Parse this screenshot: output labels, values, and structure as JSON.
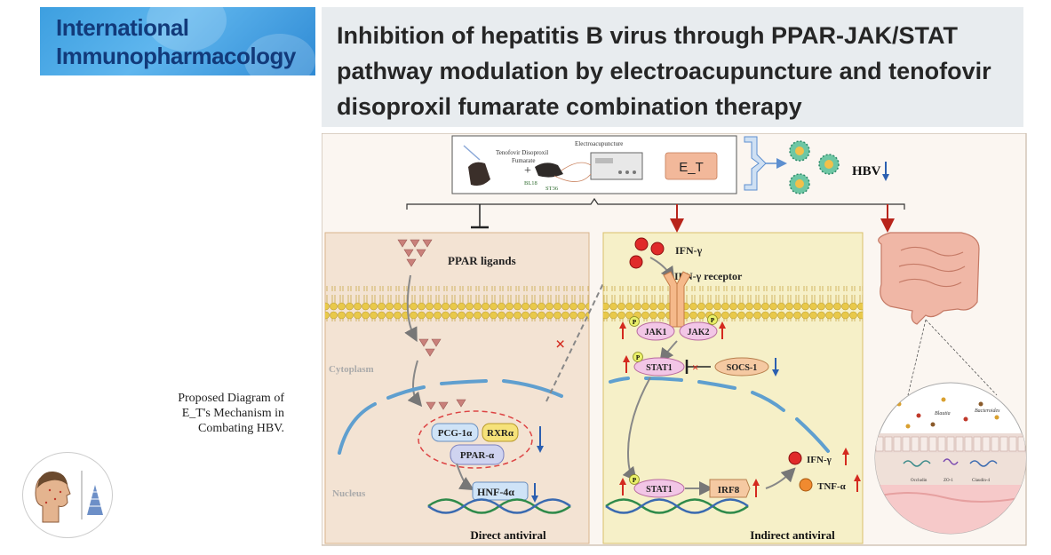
{
  "journal": {
    "line1": "International",
    "line2": "Immunopharmacology"
  },
  "article": {
    "title": "Inhibition of hepatitis B virus through PPAR-JAK/STAT pathway modulation by electroacupuncture and tenofovir disoproxil fumarate combination therapy"
  },
  "caption": {
    "line1": "Proposed Diagram of",
    "line2": "E_T's Mechanism in",
    "line3": "Combating HBV."
  },
  "diagram": {
    "treatment": {
      "drug": "Tenofovir Disoproxil Fumarate",
      "drug_l1": "Tenofovir Disoproxil",
      "drug_l2": "Fumarate",
      "plus": "+",
      "device": "Electroacupuncture",
      "point1": "BL18",
      "point2": "ST36",
      "combo": "E_T"
    },
    "hbv_label": "HBV",
    "left_panel": {
      "ligands": "PPAR ligands",
      "cytoplasm": "Cytoplasm",
      "nucleus": "Nucleus",
      "pcg": "PCG-1α",
      "rxr": "RXRα",
      "ppar": "PPAR-α",
      "hnf": "HNF-4α",
      "footer": "Direct antiviral"
    },
    "right_panel": {
      "ifn": "IFN-γ",
      "receptor": "IFN-γ receptor",
      "jak1": "JAK1",
      "jak2": "JAK2",
      "stat1": "STAT1",
      "socs": "SOCS-1",
      "stat1_n": "STAT1",
      "irf8": "IRF8",
      "ifn_out": "IFN-γ",
      "tnf": "TNF-α",
      "phospho": "P",
      "footer": "Indirect antiviral"
    },
    "gut": {
      "blautia": "Blautia",
      "bacteroides": "Bacteroides",
      "occludin": "Occludin",
      "zo1": "ZO-1",
      "claudin": "Claudin-4"
    },
    "colors": {
      "up_arrow": "#d42a1f",
      "down_arrow": "#2b5fb0",
      "membrane": "#e9c94a",
      "left_bg": "#f3e3d3",
      "right_bg": "#f6f0c8"
    }
  }
}
